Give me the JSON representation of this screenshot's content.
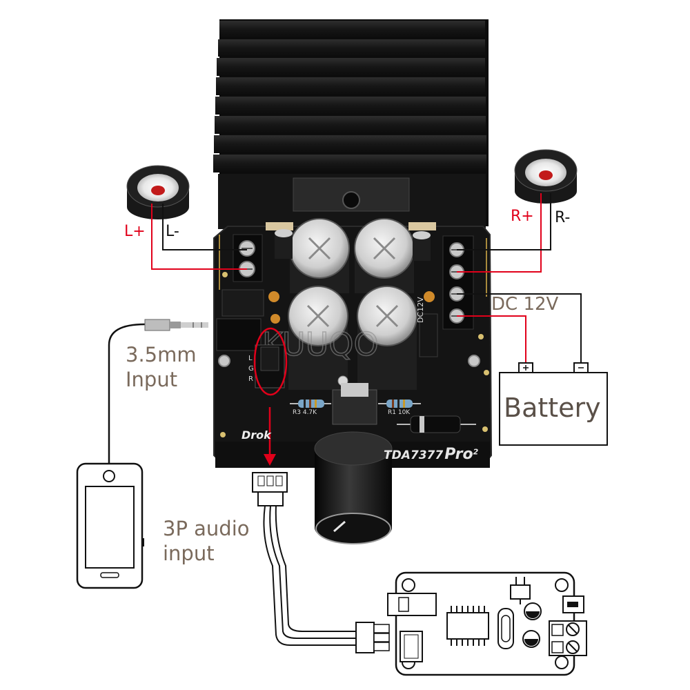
{
  "labels": {
    "left_plus": "L+",
    "left_minus": "L-",
    "right_plus": "R+",
    "right_minus": "R-",
    "dc": "DC 12V",
    "battery": "Battery",
    "input_35_line1": "3.5mm",
    "input_35_line2": "Input",
    "input_3p_line1": "3P audio",
    "input_3p_line2": "input"
  },
  "board": {
    "chip": "TDA7377",
    "pro": "Pro",
    "pro_sup": "2",
    "brand": "Drok",
    "dc_marking": "DC12V",
    "r3": "R3 4.7K",
    "r1": "R1 10K",
    "lgr": [
      "L",
      "G",
      "R"
    ]
  },
  "colors": {
    "red": "#e1001a",
    "black_wire": "#111111",
    "label_brown": "#7a6a5c",
    "board": "#141414",
    "heatsink": "#1b1b1b"
  }
}
